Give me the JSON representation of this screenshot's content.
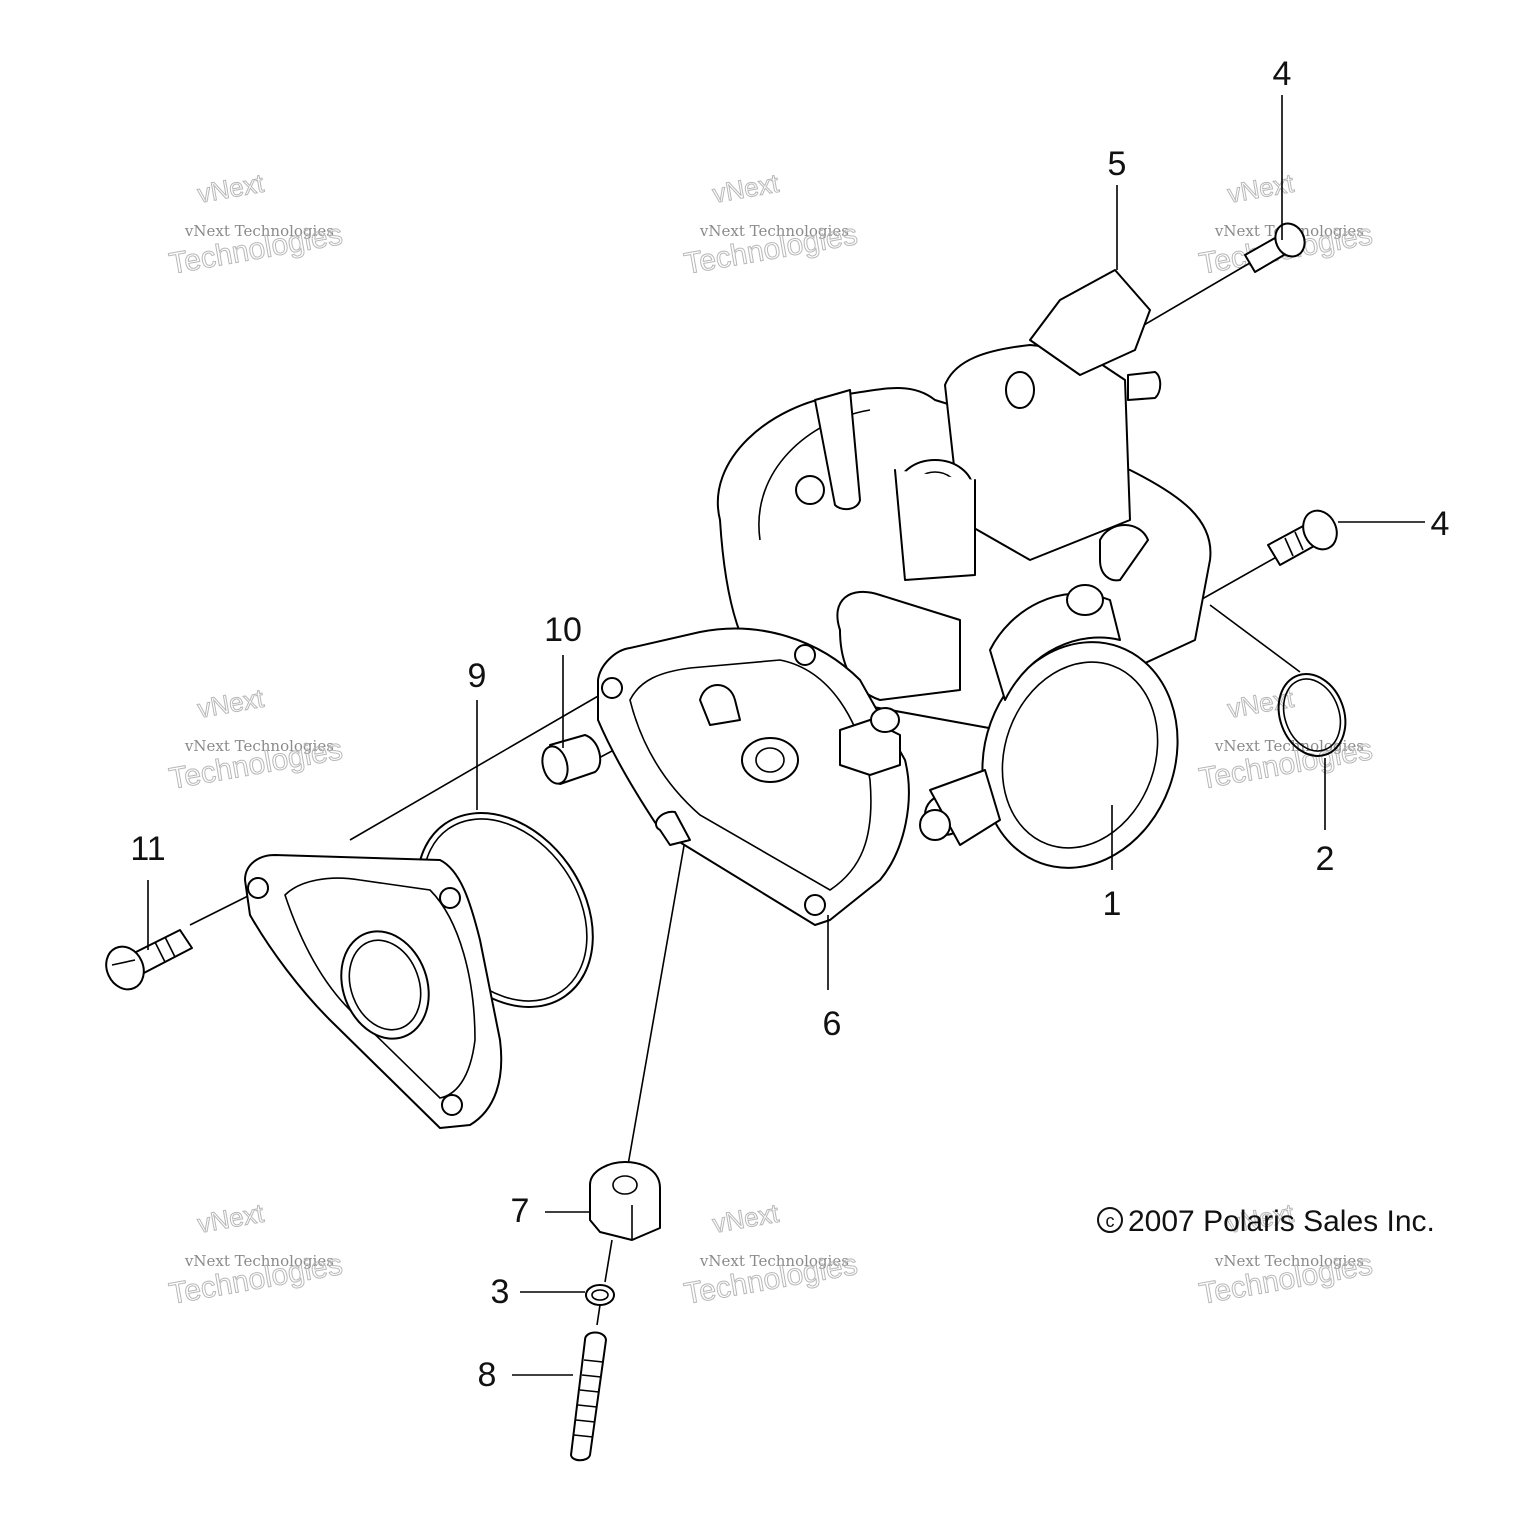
{
  "callouts": {
    "c1": "1",
    "c2": "2",
    "c3": "3",
    "c4_top": "4",
    "c4_right": "4",
    "c5": "5",
    "c6": "6",
    "c7": "7",
    "c8": "8",
    "c9": "9",
    "c10": "10",
    "c11": "11"
  },
  "copyright": "2007 Polaris Sales Inc.",
  "watermark": {
    "brand": "vNext",
    "line": "vNext Technologies",
    "big": "Technologies"
  }
}
